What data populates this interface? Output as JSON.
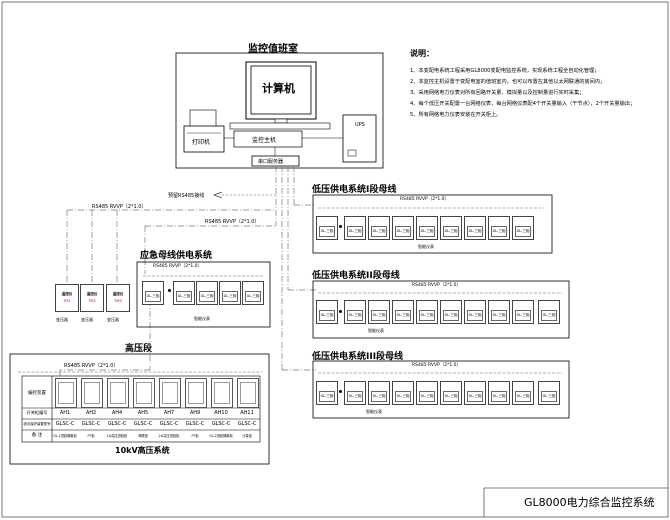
{
  "monitor_room": {
    "title": "监控值班室",
    "computer": "计算机",
    "host": "监控主机",
    "printer": "打印机",
    "ups": "UPS",
    "serial_server": "串口服务器"
  },
  "notes": {
    "heading": "说明：",
    "items": [
      "1、本变配电系统工程采用GL8000变配电监控系统，实现系统工程全自动化管理；",
      "2、本监控主机设置于变配电室的值班室内，也可以布置在其他以太网联通的房间内；",
      "3、采用网络电力仪表对所有回路开关量、模拟量以及控制量进行实时采集；",
      "4、每个低压开关配置一台网络仪表，每台网络仪表配4个开关量输入（干节点），2个开关量输出；",
      "5、所有网络电力仪表安装在开关柜上。"
    ]
  },
  "bus": {
    "rs485_bus_label": "预留RS485接线",
    "rs485_main": "RS485 RVVP（2*1.0）",
    "rs485_left": "RS485 RVVP（2*1.0）"
  },
  "transformers": {
    "items": [
      {
        "device": "温控仪",
        "tag": "TM1",
        "caption": "变压器"
      },
      {
        "device": "温控仪",
        "tag": "TM2",
        "caption": "变压器"
      },
      {
        "device": "温控仪",
        "tag": "TM3",
        "caption": "变压器"
      }
    ]
  },
  "emergency": {
    "title": "应急母线供电系统",
    "bus": "RS485 RVVP（2*1.0）",
    "meters": [
      "GL-三相",
      "GL-三相",
      "GL-三相",
      "GL-三相",
      "GL-三相"
    ],
    "caption": "智能仪表"
  },
  "low1": {
    "title": "低压供电系统I段母线",
    "bus": "RS485 RVVP（2*1.0）",
    "meters": [
      "GL-三相",
      "GL-三相",
      "GL-三相",
      "GL-三相",
      "GL-三相",
      "GL-三相",
      "GL-三相",
      "GL-三相",
      "GL-三相"
    ],
    "caption": "智能仪表"
  },
  "low2": {
    "title": "低压供电系统II段母线",
    "bus": "RS485 RVVP（2*1.0）",
    "meters": [
      "GL-三相",
      "GL-三相",
      "GL-三相",
      "GL-三相",
      "GL-三相",
      "GL-三相",
      "GL-三相",
      "GL-三相",
      "GL-三相",
      "GL-三相"
    ],
    "caption": "智能仪表"
  },
  "low3": {
    "title": "低压供电系统III段母线",
    "bus": "RS485 RVVP（2*1.0）",
    "meters": [
      "GL-三相",
      "GL-三相",
      "GL-三相",
      "GL-三相",
      "GL-三相",
      "GL-三相",
      "GL-三相",
      "GL-三相",
      "GL-三相",
      "GL-三相"
    ],
    "caption": "智能仪表"
  },
  "hv": {
    "title": "高压段",
    "bus": "RS485 RVVP（2*1.0）",
    "row_labels": [
      "编控装置",
      "开关柜编号",
      "综合保护装置型号",
      "备  注"
    ],
    "cabinets": [
      {
        "id": "AH1",
        "model": "GLSC-C",
        "note": "GL-1进线隔离柜"
      },
      {
        "id": "AH2",
        "model": "GLSC-C",
        "note": "PT柜"
      },
      {
        "id": "AH4",
        "model": "GLSC-C",
        "note": "1#高压进线柜"
      },
      {
        "id": "AH5",
        "model": "GLSC-C",
        "note": "母联柜"
      },
      {
        "id": "AH7",
        "model": "GLSC-C",
        "note": "2#高压进线柜"
      },
      {
        "id": "AH9",
        "model": "GLSC-C",
        "note": "PT柜"
      },
      {
        "id": "AH10",
        "model": "GLSC-C",
        "note": "GL-2进线隔离柜"
      },
      {
        "id": "AH11",
        "model": "GLSC-C",
        "note": "计量柜"
      }
    ],
    "system_name": "10kV高压系统"
  },
  "footer": {
    "title": "GL8000电力综合监控系统"
  }
}
